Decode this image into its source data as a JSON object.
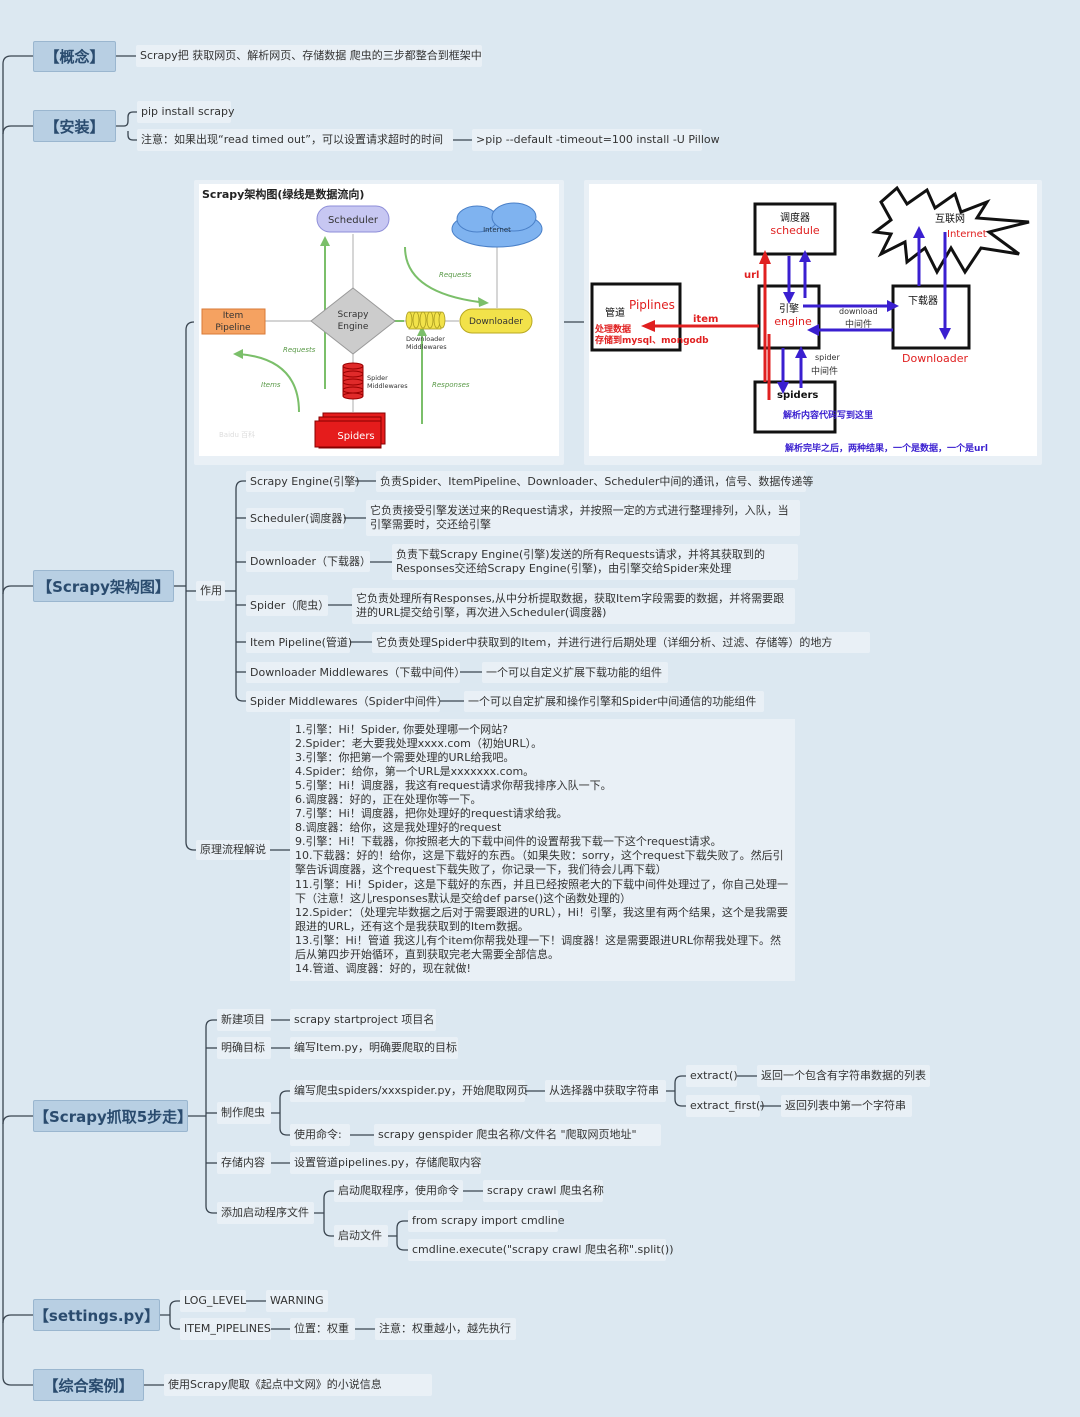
{
  "concept": {
    "label": "【概念】",
    "text": "Scrapy把 获取网页、解析网页、存储数据 爬虫的三步都整合到框架中"
  },
  "install": {
    "label": "【安装】",
    "pip": "pip install scrapy",
    "note": "注意：如果出现“read timed out”，可以设置请求超时的时间",
    "note_cmd": ">pip --default -timeout=100 install -U Pillow"
  },
  "arch": {
    "label": "【Scrapy架构图】",
    "diagram1": {
      "title": "Scrapy架构图(绿线是数据流向)",
      "scheduler": "Scheduler",
      "internet": "Internet",
      "requests_top": "Requests",
      "item_l1": "Item",
      "item_l2": "Pipeline",
      "engine_l1": "Scrapy",
      "engine_l2": "Engine",
      "downloader": "Downloader",
      "dl_mw_l1": "Downloader",
      "dl_mw_l2": "Middlewares",
      "requests_left": "Requests",
      "items": "Items",
      "sp_mw_l1": "Spider",
      "sp_mw_l2": "Middlewares",
      "responses": "Responses",
      "spiders": "Spiders",
      "watermark": "Baidu 百科"
    },
    "diagram2": {
      "schedule_cn": "调度器",
      "schedule_en": "schedule",
      "internet_cn": "互联网",
      "internet_en": "Internet",
      "url": "url",
      "pipelines_cn": "管道",
      "pipelines_en": "Piplines",
      "pipe_l1": "处理数据",
      "pipe_l2": "存储到mysql、mongodb",
      "item": "item",
      "engine_cn": "引擎",
      "engine_en": "engine",
      "download_en": "download",
      "download_cn": "中间件",
      "downloader_cn": "下载器",
      "downloader_en": "Downloader",
      "spider_mw_en": "spider",
      "spider_mw_cn": "中间件",
      "spiders": "spiders",
      "spiders_note": "解析内容代码写到这里",
      "bottom_note": "解析完毕之后，两种结果，一个是数据，一个是url"
    },
    "role_label": "作用",
    "roles": [
      {
        "name": "Scrapy Engine(引擎)",
        "desc": "负责Spider、ItemPipeline、Downloader、Scheduler中间的通讯，信号、数据传递等"
      },
      {
        "name": "Scheduler(调度器)",
        "desc": "它负责接受引擎发送过来的Request请求，并按照一定的方式进行整理排列，入队，当引擎需要时，交还给引擎"
      },
      {
        "name": "Downloader（下载器）",
        "desc": "负责下载Scrapy Engine(引擎)发送的所有Requests请求，并将其获取到的Responses交还给Scrapy Engine(引擎)，由引擎交给Spider来处理"
      },
      {
        "name": "Spider（爬虫）",
        "desc": "它负责处理所有Responses,从中分析提取数据，获取Item字段需要的数据，并将需要跟进的URL提交给引擎，再次进入Scheduler(调度器)"
      },
      {
        "name": "Item Pipeline(管道)",
        "desc": "它负责处理Spider中获取到的Item，并进行进行后期处理（详细分析、过滤、存储等）的地方"
      },
      {
        "name": "Downloader Middlewares（下载中间件）",
        "desc": "一个可以自定义扩展下载功能的组件"
      },
      {
        "name": "Spider Middlewares（Spider中间件）",
        "desc": "一个可以自定扩展和操作引擎和Spider中间通信的功能组件"
      }
    ],
    "flow_label": "原理流程解说",
    "flow": [
      "1.引擎：Hi！Spider, 你要处理哪一个网站?",
      "2.Spider：老大要我处理xxxx.com（初始URL）。",
      "3.引擎：你把第一个需要处理的URL给我吧。",
      "4.Spider：给你，第一个URL是xxxxxxx.com。",
      "5.引擎：Hi！调度器，我这有request请求你帮我排序入队一下。",
      "6.调度器：好的，正在处理你等一下。",
      "7.引擎：Hi！调度器，把你处理好的request请求给我。",
      "8.调度器：给你，这是我处理好的request",
      "9.引擎：Hi！下载器，你按照老大的下载中间件的设置帮我下载一下这个request请求。",
      "10.下载器：好的！给你，这是下载好的东西。（如果失败：sorry，这个request下载失败了。然后引擎告诉调度器，这个request下载失败了，你记录一下，我们待会儿再下载）",
      "11.引擎：Hi！Spider，这是下载好的东西，并且已经按照老大的下载中间件处理过了，你自己处理一下（注意！这儿responses默认是交给def parse()这个函数处理的）",
      "12.Spider：（处理完毕数据之后对于需要跟进的URL），Hi！引擎，我这里有两个结果，这个是我需要跟进的URL，还有这个是我获取到的Item数据。",
      "13.引擎：Hi！管道 我这儿有个item你帮我处理一下！调度器！这是需要跟进URL你帮我处理下。然后从第四步开始循环，直到获取完老大需要全部信息。",
      "14.管道、调度器：好的，现在就做!"
    ]
  },
  "steps": {
    "label": "【Scrapy抓取5步走】",
    "new_label": "新建项目",
    "new_cmd": "scrapy  startproject  项目名",
    "goal_label": "明确目标",
    "goal_text": "编写Item.py，明确要爬取的目标",
    "make_label": "制作爬虫",
    "make_write": "编写爬虫spiders/xxxspider.py，开始爬取网页",
    "make_select": "从选择器中获取字符串",
    "extract": "extract()",
    "extract_desc": "返回一个包含有字符串数据的列表",
    "extract_first": "extract_first()",
    "extract_first_desc": "返回列表中第一个字符串",
    "use_cmd": "使用命令:",
    "genspider": "scrapy genspider 爬虫名称/文件名   \"爬取网页地址\"",
    "store_label": "存储内容",
    "store_text": "设置管道pipelines.py，存储爬取内容",
    "start_label": "添加启动程序文件",
    "start_cmd_label": "启动爬取程序，使用命令",
    "start_cmd": "scrapy crawl 爬虫名称",
    "start_file": "启动文件",
    "import_line": "from scrapy import cmdline",
    "execute_line": "cmdline.execute(\"scrapy crawl 爬虫名称\".split())"
  },
  "settings": {
    "label": "【settings.py】",
    "log_level": "LOG_LEVEL",
    "warning": "WARNING",
    "item_pipelines": "ITEM_PIPELINES",
    "position": "位置：权重",
    "note": "注意：权重越小，越先执行"
  },
  "case": {
    "label": "【综合案例】",
    "text": "使用Scrapy爬取《起点中文网》的小说信息"
  },
  "colors": {
    "topic_bg": "#b8cfe3",
    "line": "#2a3540",
    "red": "#e02020",
    "blue": "#3a1fd0",
    "green": "#7bbf6a"
  }
}
